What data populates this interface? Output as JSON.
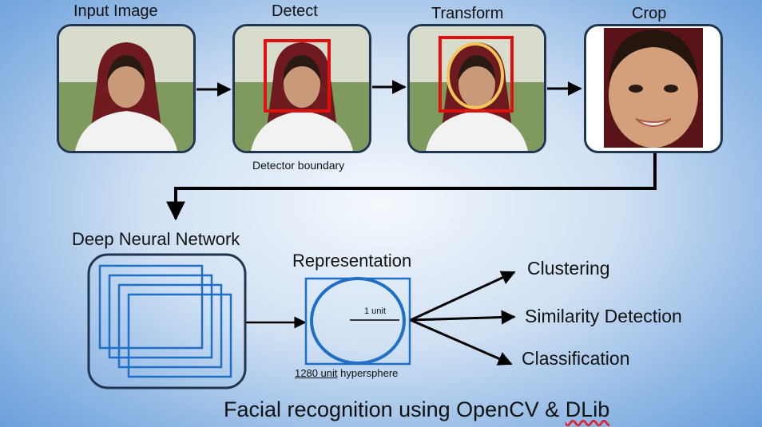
{
  "pipeline": {
    "input_label": "Input Image",
    "detect_label": "Detect",
    "transform_label": "Transform",
    "crop_label": "Crop",
    "detect_caption": "Detector boundary"
  },
  "network": {
    "label": "Deep Neural Network"
  },
  "representation": {
    "label": "Representation",
    "unit_label": "1 unit",
    "hypersphere_underlined": "1280 unit",
    "hypersphere_rest": " hypersphere"
  },
  "outputs": {
    "clustering": "Clustering",
    "similarity": "Similarity Detection",
    "classification": "Classification"
  },
  "footer": {
    "title_main": "Facial recognition using OpenCV & ",
    "title_tail": "DLib"
  },
  "colors": {
    "frame": "#1f3550",
    "detect_box": "#e01010",
    "transform_ellipse": "#f3c65a",
    "network_blue": "#1f6fc6"
  }
}
